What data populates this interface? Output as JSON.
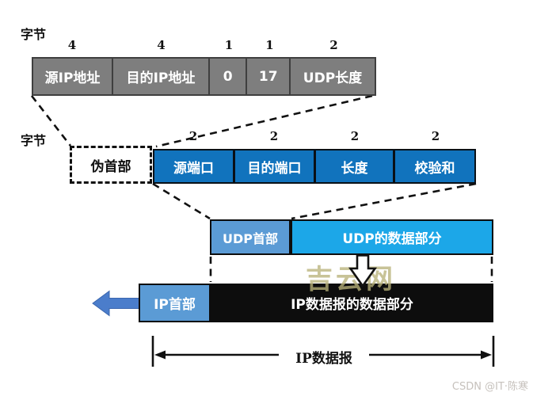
{
  "pseudo_header_row": {
    "byte_unit_label": "字节",
    "fields": [
      {
        "label": "源IP地址",
        "bytes": "4"
      },
      {
        "label": "目的IP地址",
        "bytes": "4"
      },
      {
        "label": "0",
        "bytes": "1"
      },
      {
        "label": "17",
        "bytes": "1"
      },
      {
        "label": "UDP长度",
        "bytes": "2"
      }
    ]
  },
  "udp_header_row": {
    "byte_unit_label": "字节",
    "pseudo_header_label": "伪首部",
    "fields": [
      {
        "label": "源端口",
        "bytes": "2"
      },
      {
        "label": "目的端口",
        "bytes": "2"
      },
      {
        "label": "长度",
        "bytes": "2"
      },
      {
        "label": "校验和",
        "bytes": "2"
      }
    ]
  },
  "udp_datagram_row": {
    "header_label": "UDP首部",
    "data_label": "UDP的数据部分"
  },
  "ip_datagram_row": {
    "header_label": "IP首部",
    "data_label": "IP数据报的数据部分"
  },
  "measure": {
    "label": "IP数据报"
  },
  "watermarks": {
    "center": "吉云网",
    "corner": "CSDN @IT·陈寒"
  },
  "colors": {
    "field_gray": "#7e7e7e",
    "udp_header_blue": "#1173bd",
    "header_light_blue": "#5b9bd5",
    "udp_data_cyan": "#1ca7e8",
    "ip_data_black": "#0d0d0d",
    "pointer_arrow_blue": "#4b7dcb"
  }
}
